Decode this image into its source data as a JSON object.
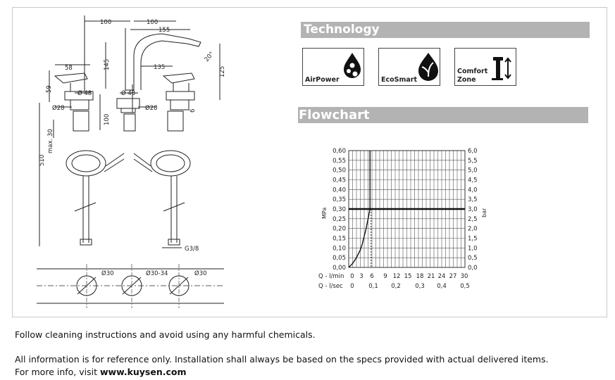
{
  "sections": {
    "technology": "Technology",
    "flowchart": "Flowchart"
  },
  "tech_tiles": [
    {
      "label": "AirPower",
      "icon": "air-drops-icon"
    },
    {
      "label": "EcoSmart",
      "icon": "leaf-drop-icon"
    },
    {
      "label_line1": "Comfort",
      "label_line2": "Zone",
      "icon": "faucet-height-icon"
    }
  ],
  "drawing": {
    "dims": {
      "d100a": "100",
      "d100b": "100",
      "d155": "155",
      "d58": "58",
      "d145": "145",
      "d135": "135",
      "d125": "125",
      "d20": "20°",
      "d59": "59",
      "d48a": "Ø 48",
      "d48b": "Ø 48",
      "d28a": "Ø28",
      "d28b": "Ø28",
      "d100c": "100",
      "d6": "6",
      "dmax30": "max. 30",
      "d510": "510",
      "dg38": "G3/8",
      "d30a": "Ø30",
      "d30_34": "Ø30-34",
      "d30b": "Ø30"
    }
  },
  "chart_data": {
    "type": "line",
    "title": "",
    "ylabel_left": "MPa",
    "ylabel_right": "bar",
    "y_ticks_mpa": [
      "0,60",
      "0,55",
      "0,50",
      "0,45",
      "0,40",
      "0,35",
      "0,30",
      "0,25",
      "0,20",
      "0,15",
      "0,10",
      "0,05",
      "0,00"
    ],
    "y_ticks_bar": [
      "6,0",
      "5,5",
      "5,0",
      "4,5",
      "4,0",
      "3,5",
      "3,0",
      "2,5",
      "2,0",
      "1,5",
      "1,0",
      "0,5",
      "0,0"
    ],
    "x_label_lmin": "Q - l/min",
    "x_ticks_lmin": [
      "0",
      "3",
      "6",
      "9",
      "12",
      "15",
      "18",
      "21",
      "24",
      "27",
      "30"
    ],
    "x_label_lsec": "Q - l/sec",
    "x_ticks_lsec": [
      "0",
      "0,1",
      "0,2",
      "0,3",
      "0,4",
      "0,5"
    ],
    "ylim": [
      0,
      0.6
    ],
    "xlim": [
      0,
      30
    ],
    "reference_pressure": 0.3,
    "reference_flow": 5.5,
    "series": [
      {
        "values_x": [
          0,
          1,
          2,
          3,
          3.5,
          4,
          4.5,
          5,
          5.5
        ],
        "values_y": [
          0,
          0.02,
          0.05,
          0.09,
          0.12,
          0.16,
          0.2,
          0.25,
          0.3
        ]
      },
      {
        "values_x": [
          5.5,
          5.5
        ],
        "values_y": [
          0.3,
          0.6
        ]
      }
    ],
    "grid": true
  },
  "footer": {
    "line1": "Follow cleaning instructions and avoid using any harmful chemicals.",
    "line2": "All information is for reference only. Installation shall always be based on the specs provided with actual delivered items.",
    "line3_prefix": "For more info, visit ",
    "line3_link": "www.kuysen.com"
  }
}
